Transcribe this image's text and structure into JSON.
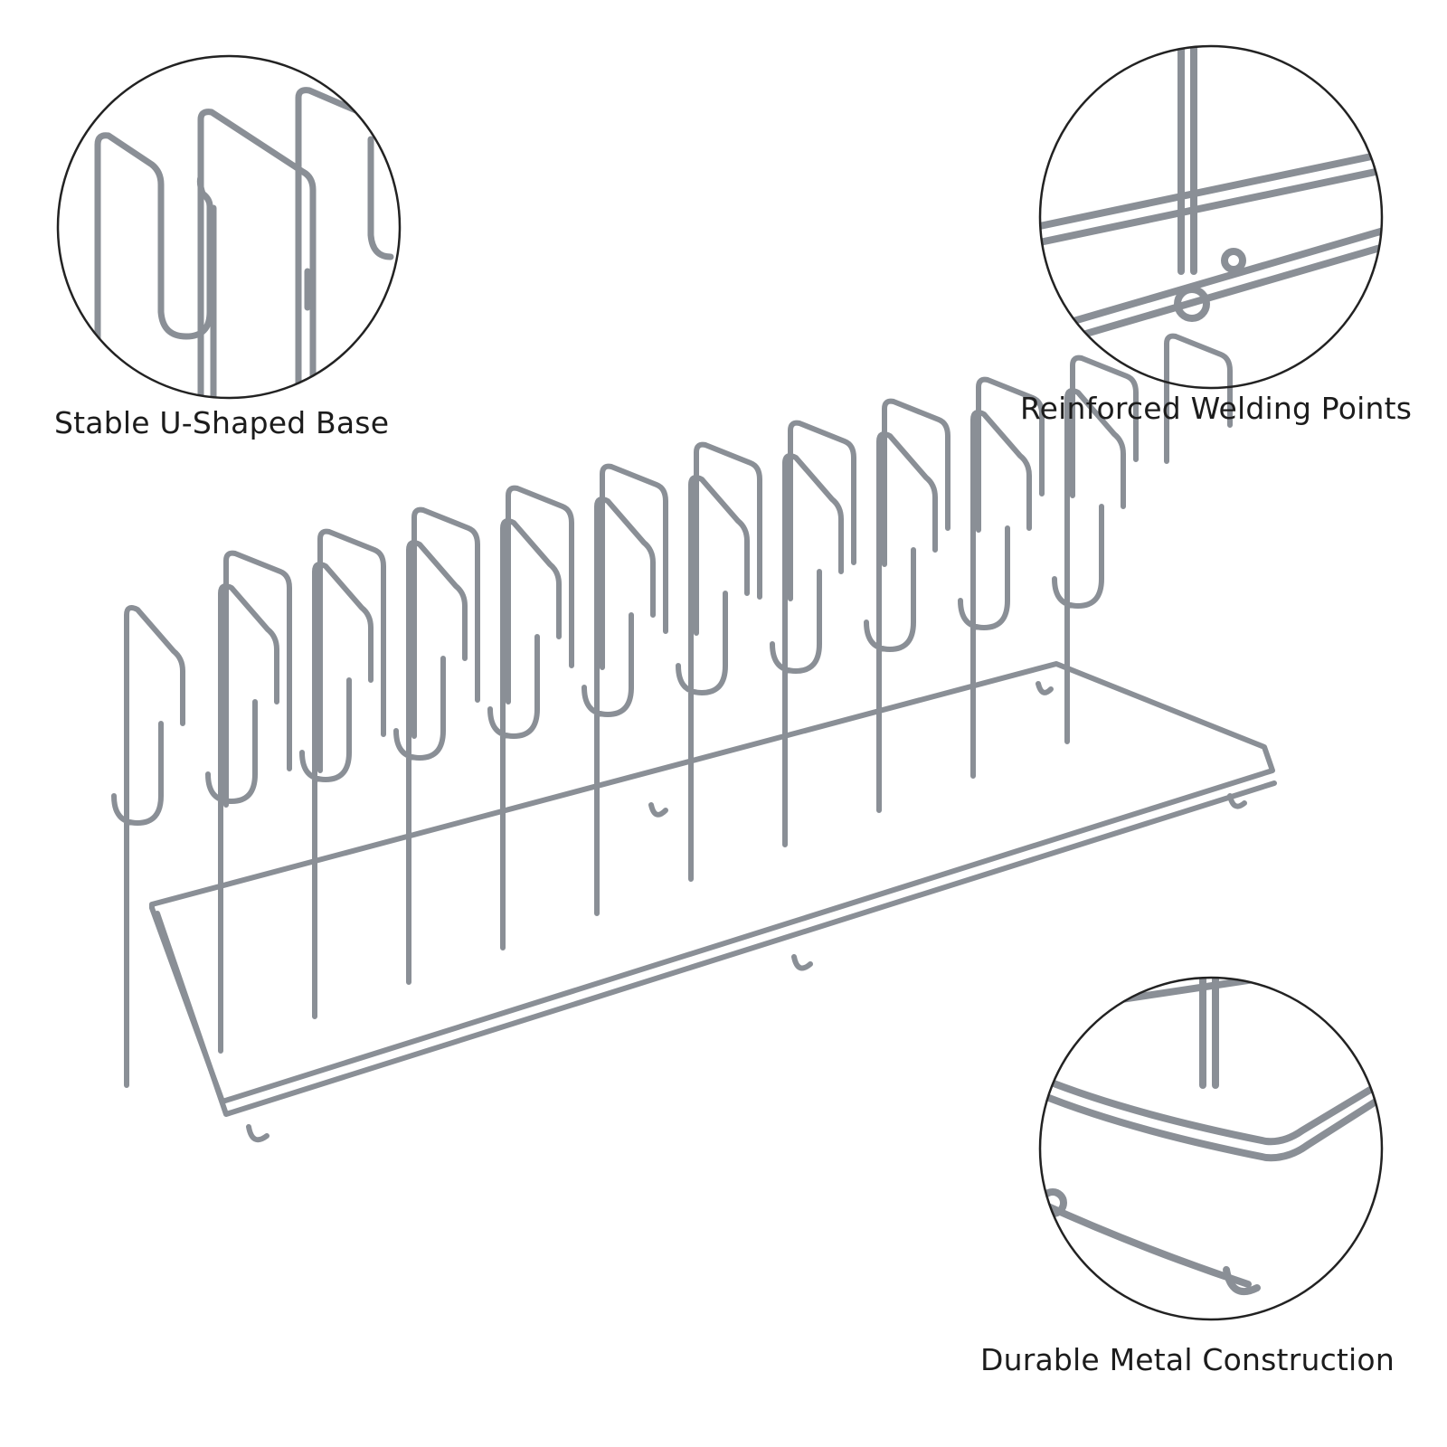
{
  "callouts": {
    "base": {
      "label": "Stable U-Shaped Base",
      "icon": "u-shaped-base-closeup"
    },
    "weld": {
      "label": "Reinforced Welding Points",
      "icon": "welding-points-closeup"
    },
    "metal": {
      "label": "Durable Metal Construction",
      "icon": "metal-frame-corner-closeup"
    }
  },
  "product": {
    "icon": "wire-plate-rack",
    "divider_count": 11
  },
  "colors": {
    "wire": "#8a8f96",
    "wire_highlight": "#d9dde2",
    "circle": "#222222",
    "text": "#1c1c1c",
    "background": "#ffffff"
  }
}
